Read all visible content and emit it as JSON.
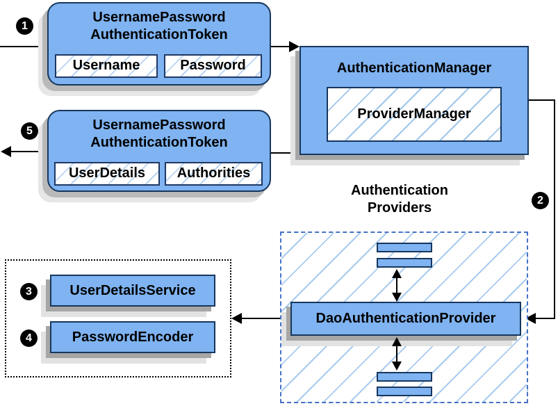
{
  "diagram": {
    "badges": {
      "step1": "1",
      "step2": "2",
      "step3": "3",
      "step4": "4",
      "step5": "5"
    },
    "token_request": {
      "title_line1": "UsernamePassword",
      "title_line2": "AuthenticationToken",
      "fields": [
        "Username",
        "Password"
      ]
    },
    "auth_manager": {
      "title": "AuthenticationManager",
      "inner": "ProviderManager"
    },
    "token_response": {
      "title_line1": "UsernamePassword",
      "title_line2": "AuthenticationToken",
      "fields": [
        "UserDetails",
        "Authorities"
      ]
    },
    "providers_heading": {
      "line1": "Authentication",
      "line2": "Providers"
    },
    "dao_provider": {
      "title": "DaoAuthenticationProvider"
    },
    "beans": {
      "user_details_service": "UserDetailsService",
      "password_encoder": "PasswordEncoder"
    },
    "colors": {
      "box_fill": "#7FB3F1",
      "box_border": "#17365D",
      "field_border": "#1F3864",
      "hatch_line": "#A4C7EA",
      "dashed_border": "#4472C4",
      "dotted_border": "#000000",
      "flow_line": "#000000",
      "shadow_dark": "#A6A6A6",
      "shadow_light": "#E2E2E2",
      "badge_bg": "#000000",
      "badge_text": "#FFFFFF"
    }
  }
}
